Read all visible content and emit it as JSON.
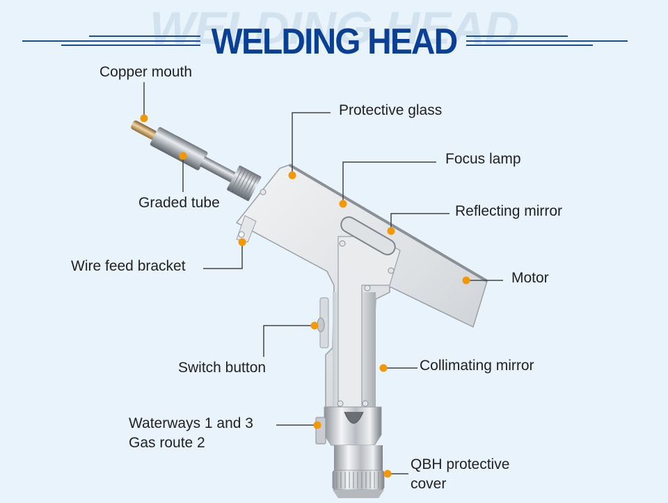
{
  "title": "WELDING HEAD",
  "title_ghost": "WELDING HEAD",
  "colors": {
    "title": "#0a3f96",
    "marker": "#f39800",
    "leader": "#444444",
    "background": "#e8f3fc"
  },
  "labels": {
    "copper_mouth": "Copper mouth",
    "protective_glass": "Protective glass",
    "focus_lamp": "Focus lamp",
    "graded_tube": "Graded tube",
    "reflecting_mirror": "Reflecting mirror",
    "wire_feed_bracket": "Wire feed bracket",
    "motor": "Motor",
    "switch_button": "Switch button",
    "collimating_mirror": "Collimating mirror",
    "waterways_line1": "Waterways 1 and 3",
    "waterways_line2": "Gas route 2",
    "qbh_line1": "QBH protective",
    "qbh_line2": "cover"
  }
}
